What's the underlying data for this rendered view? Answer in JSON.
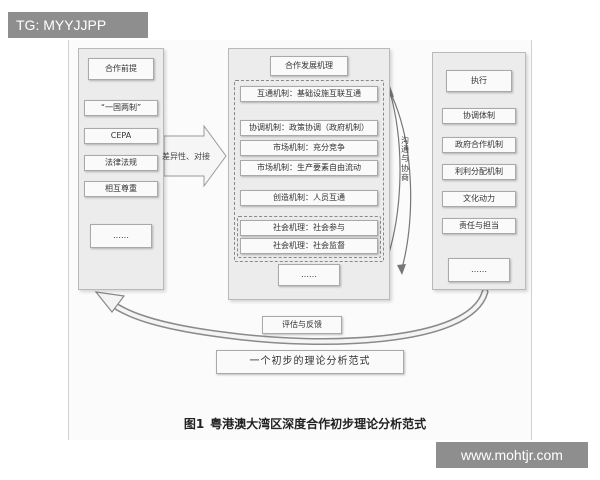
{
  "watermark_top": "TG: MYYJJPP",
  "watermark_bottom": "www.mohtjr.com",
  "left_panel": {
    "title": "合作前提",
    "items": [
      "“一国两制”",
      "CEPA",
      "法律法规",
      "相互尊重",
      "……"
    ]
  },
  "arrow_left_label": "差异性、对接",
  "middle_panel": {
    "title": "合作发展机理",
    "items": [
      "互通机制：基础设施互联互通",
      "协调机制：政策协调（政府机制）",
      "市场机制：充分竞争",
      "市场机制：生产要素自由流动",
      "创造机制：人员互通",
      "社会机理：社会参与",
      "社会机理：社会监督",
      "……"
    ]
  },
  "arrow_right_label": "沟通与协商",
  "right_panel": {
    "title": "执行",
    "items": [
      "协调体制",
      "政府合作机制",
      "利利分配机制",
      "文化动力",
      "责任与担当",
      "……"
    ]
  },
  "feedback_label": "评估与反馈",
  "paradigm_label": "一个初步的理论分析范式",
  "caption": {
    "number": "图1",
    "text": "粤港澳大湾区深度合作初步理论分析范式"
  }
}
